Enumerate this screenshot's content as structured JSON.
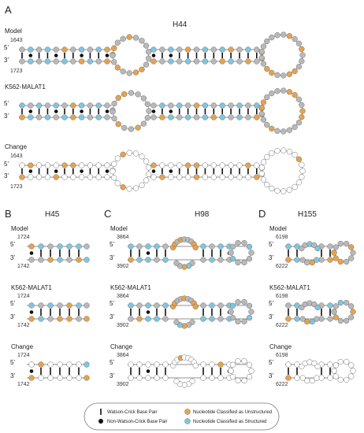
{
  "colors": {
    "unstructured": "#E8A24C",
    "structured": "#7FC6E0",
    "neutral": "#B9B9B9",
    "change": "#FFFFFF",
    "outline": "#6E6E6E",
    "dot": "#111111",
    "bar": "#111111"
  },
  "panels": {
    "A": {
      "letter": "A",
      "title": "H44"
    },
    "B": {
      "letter": "B",
      "title": "H45"
    },
    "C": {
      "letter": "C",
      "title": "H98"
    },
    "D": {
      "letter": "D",
      "title": "H155"
    }
  },
  "rows": {
    "model": "Model",
    "k562": "K562-MALAT1",
    "change": "Change"
  },
  "prime": {
    "five": "5’",
    "three": "3’"
  },
  "numbers": {
    "H44": {
      "start": "1643",
      "end": "1723"
    },
    "H45": {
      "start": "1724",
      "end": "1742"
    },
    "H98": {
      "start": "3864",
      "end": "3902"
    },
    "H155": {
      "start": "6198",
      "end": "6222"
    }
  },
  "legend": {
    "wc": "Watson-Crick Base Pair",
    "nonwc": "Non-Watson-Crick Base Pair",
    "unstructured": "Nucleotide Classified as Unstructured",
    "structured": "Nucleotide Classified as Structured"
  },
  "icons": {
    "wc": "vertical-bar",
    "nonwc": "filled-dot",
    "unstructured": "orange-circle",
    "structured": "blue-circle"
  }
}
